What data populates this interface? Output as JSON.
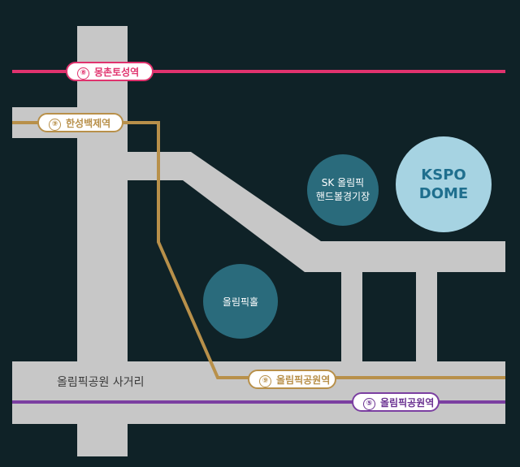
{
  "colors": {
    "background": "#0f2227",
    "road": "#c7c7c7",
    "line8": "#e0336e",
    "line9": "#b8904a",
    "line5": "#7b3fa1",
    "venue_teal": "#2a6b7c",
    "venue_light": "#a6d3e2"
  },
  "stations": {
    "mongchon": {
      "number": "⑧",
      "name": "몽촌토성역"
    },
    "hanseong": {
      "number": "⑨",
      "name": "한성백제역"
    },
    "olympic_park_9": {
      "number": "⑨",
      "name": "올림픽공원역"
    },
    "olympic_park_5": {
      "number": "⑤",
      "name": "올림픽공원역"
    }
  },
  "venues": {
    "sk_handball": {
      "line1": "SK 올림픽",
      "line2": "핸드볼경기장"
    },
    "kspo_dome": {
      "line1": "KSPO",
      "line2": "DOME"
    },
    "olympic_hall": {
      "line1": "올림픽홀"
    }
  },
  "road_label": "올림픽공원 사거리"
}
